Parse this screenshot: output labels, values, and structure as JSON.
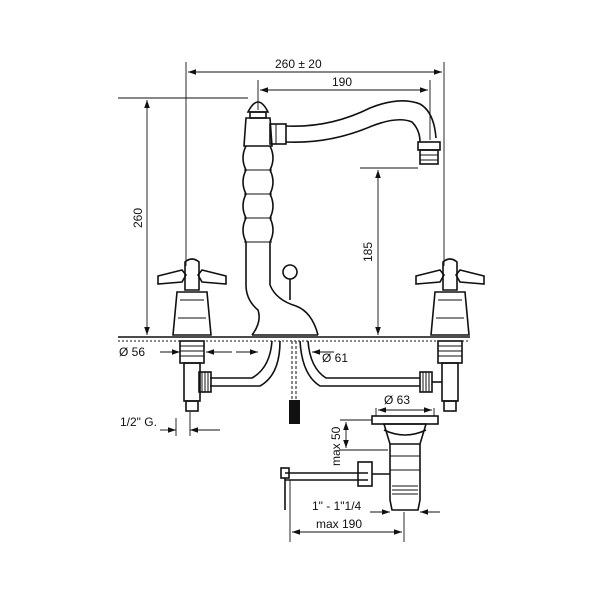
{
  "dimensions": {
    "overall_width": "260 ± 20",
    "spout_reach": "190",
    "total_height": "260",
    "spout_height": "185",
    "handle_hole_diameter": "Ø 56",
    "spout_hole_diameter": "Ø 61",
    "waste_diameter": "Ø 63",
    "waste_max_depth": "max 50",
    "inlet_thread": "1/2\" G.",
    "waste_thread": "1\" - 1\"1/4",
    "rod_max_length": "max 190"
  }
}
